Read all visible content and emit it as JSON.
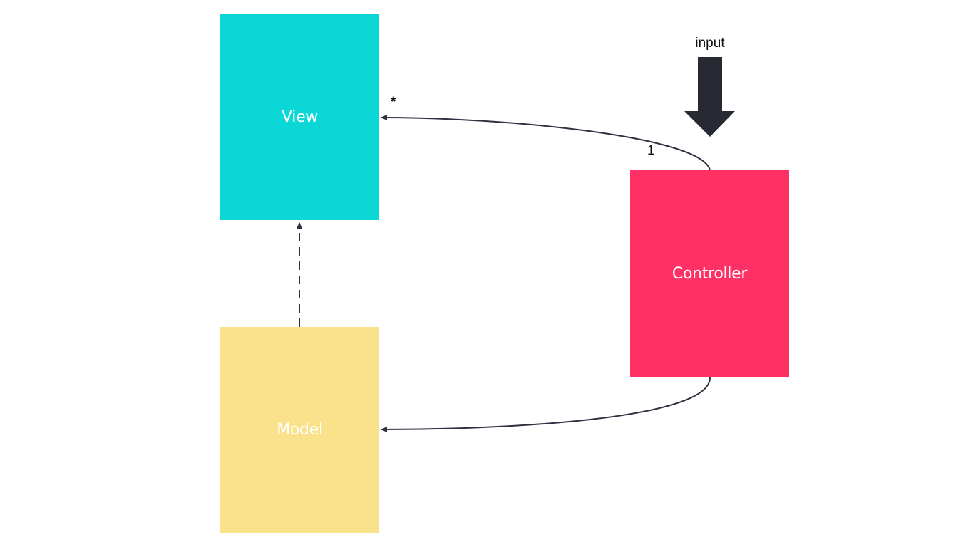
{
  "nodes": {
    "view": {
      "label": "View",
      "color": "#0BD8D6"
    },
    "model": {
      "label": "Model",
      "color": "#FAE28C"
    },
    "controller": {
      "label": "Controller",
      "color": "#FF3063"
    }
  },
  "edges": {
    "controller_to_view": {
      "source_multiplicity": "1",
      "target_multiplicity": "*",
      "style": "solid"
    },
    "controller_to_model": {
      "style": "solid"
    },
    "model_to_view": {
      "style": "dashed"
    }
  },
  "input": {
    "label": "input",
    "arrow_color": "#272A33"
  },
  "line_color": "#2E3140"
}
